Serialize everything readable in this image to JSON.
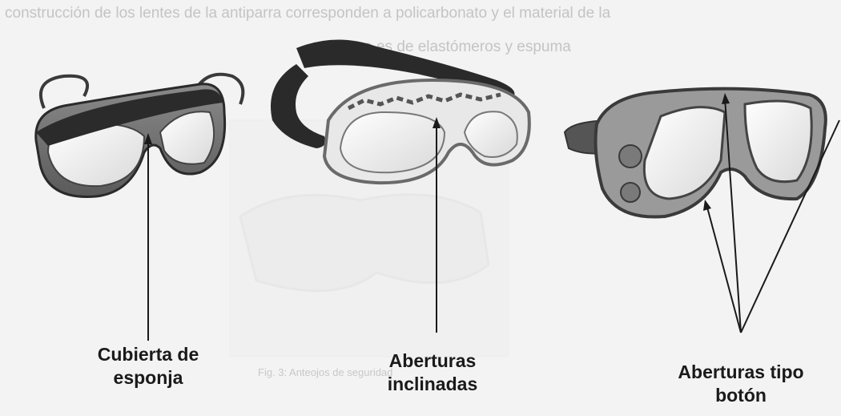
{
  "background_text": {
    "line1": "construcción de los lentes de la antiparra corresponden a policarbonato y el material de la",
    "line2": "montura es de elastómeros y espuma"
  },
  "ghost_caption": "Fig. 3: Anteojos de seguridad",
  "callouts": [
    {
      "line1": "Cubierta de",
      "line2": "esponja"
    },
    {
      "line1": "Aberturas",
      "line2": "inclinadas"
    },
    {
      "line1": "Aberturas tipo",
      "line2": "botón"
    }
  ],
  "colors": {
    "ink": "#1a1a1a",
    "faded_text": "#c4c4c4",
    "paper": "#f3f3f3"
  }
}
